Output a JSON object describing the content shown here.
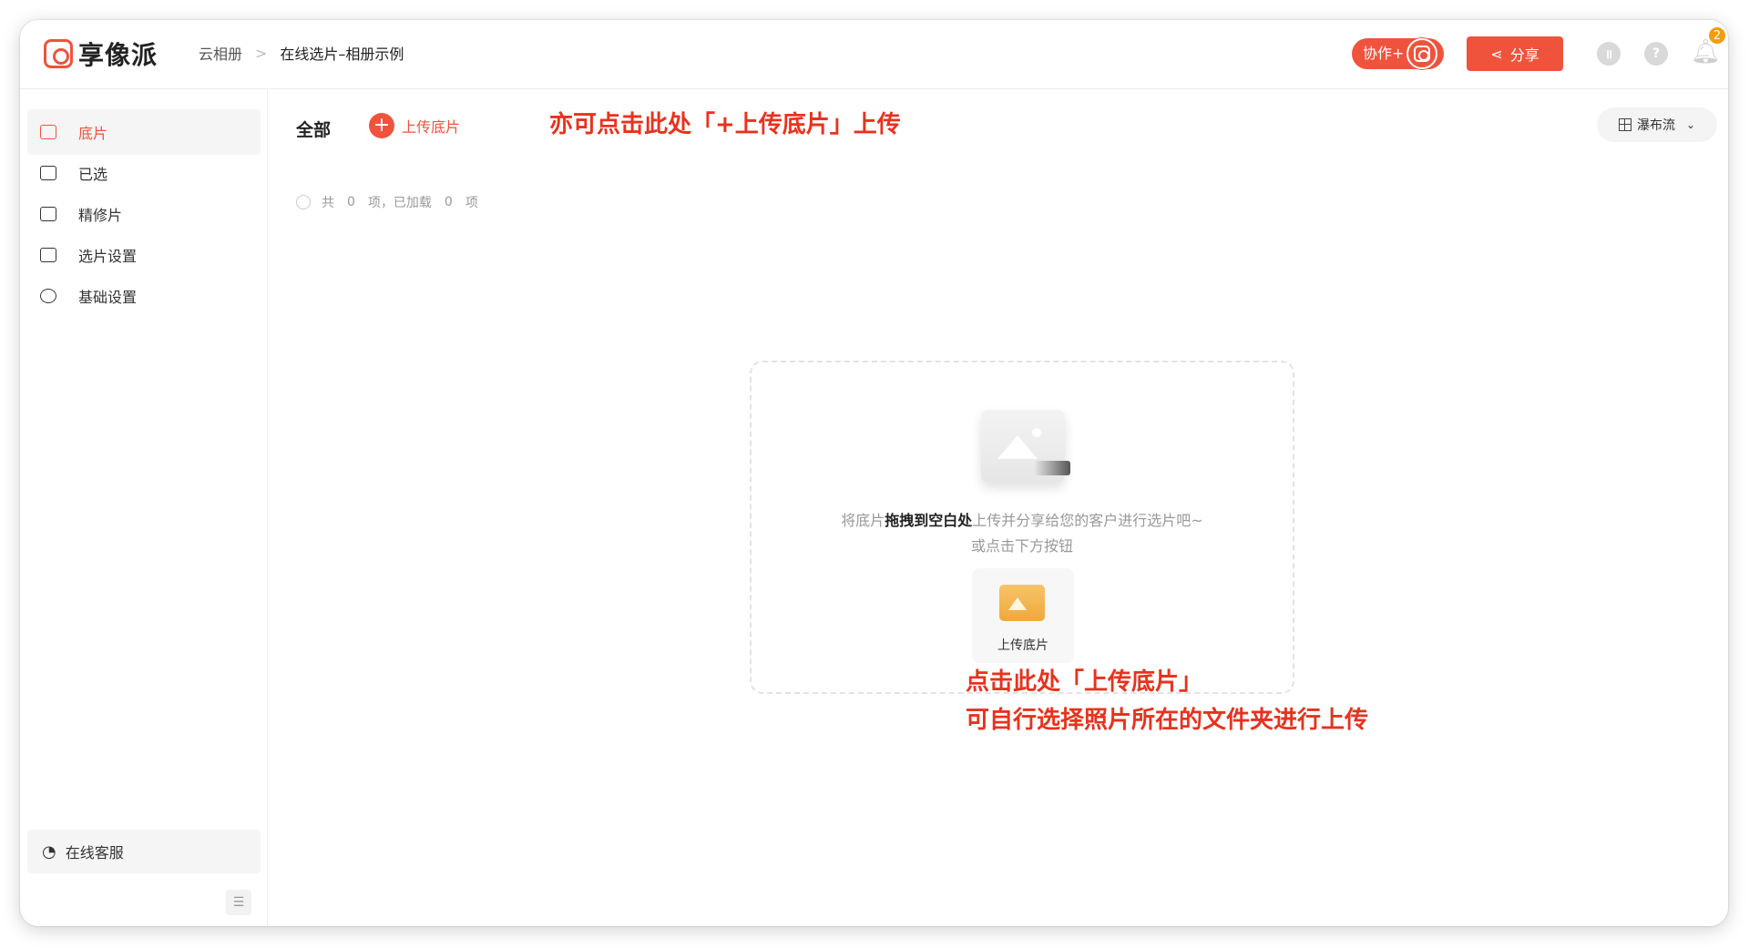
{
  "header": {
    "logo_text": "享像派",
    "breadcrumb_root": "云相册",
    "breadcrumb_sep": ">",
    "breadcrumb_current": "在线选片–相册示例",
    "collab_label": "协作+",
    "share_label": "分享",
    "notification_count": "2",
    "accent_color": "#f0533c"
  },
  "sidebar": {
    "items": [
      {
        "label": "底片",
        "icon": "photo-icon",
        "active": true
      },
      {
        "label": "已选",
        "icon": "selected-photo-icon",
        "active": false
      },
      {
        "label": "精修片",
        "icon": "retouch-photo-icon",
        "active": false
      },
      {
        "label": "选片设置",
        "icon": "photo-settings-icon",
        "active": false
      },
      {
        "label": "基础设置",
        "icon": "gear-icon",
        "active": false
      }
    ],
    "service_label": "在线客服"
  },
  "main": {
    "tab_all": "全部",
    "upload_inline_label": "上传底片",
    "view_mode": "瀑布流",
    "count": {
      "prefix": "共",
      "total": "0",
      "mid": "项，已加载",
      "loaded": "0",
      "suffix": "项"
    },
    "drop_text_a": "将底片",
    "drop_text_b": "拖拽到空白处",
    "drop_text_c": "上传并分享给您的客户进行选片吧~",
    "drop_text_line2": "或点击下方按钮",
    "upload_card_label": "上传底片"
  },
  "annotations": {
    "top": "亦可点击此处「+上传底片」上传",
    "bottom_line1": "点击此处「上传底片」",
    "bottom_line2": "可自行选择照片所在的文件夹进行上传",
    "color": "#e8321e"
  }
}
